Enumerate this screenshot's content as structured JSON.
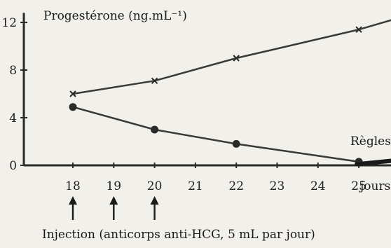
{
  "chart_data": {
    "type": "line",
    "ylabel": "Progestérone (ng.mL⁻¹)",
    "xlabel": "jours",
    "x_tick_labels": [
      "18",
      "19",
      "20",
      "21",
      "22",
      "23",
      "24",
      "25"
    ],
    "y_tick_labels": [
      "0",
      "4",
      "8",
      "12"
    ],
    "xlim": [
      16.8,
      26.2
    ],
    "ylim": [
      0,
      12.8
    ],
    "grid": false,
    "series": [
      {
        "marker": "cross",
        "points": [
          [
            18,
            6.0
          ],
          [
            20,
            7.1
          ],
          [
            22,
            9.0
          ],
          [
            25,
            11.4
          ],
          [
            25.8,
            12.2
          ]
        ]
      },
      {
        "marker": "dot",
        "points": [
          [
            18,
            4.9
          ],
          [
            20,
            3.0
          ],
          [
            22,
            1.8
          ],
          [
            25,
            0.3
          ]
        ]
      }
    ],
    "annotations": {
      "regles_label": "Règles",
      "injection_label": "Injection (anticorps anti-HCG, 5 mL par jour)",
      "injection_days": [
        18,
        19,
        20
      ]
    }
  }
}
